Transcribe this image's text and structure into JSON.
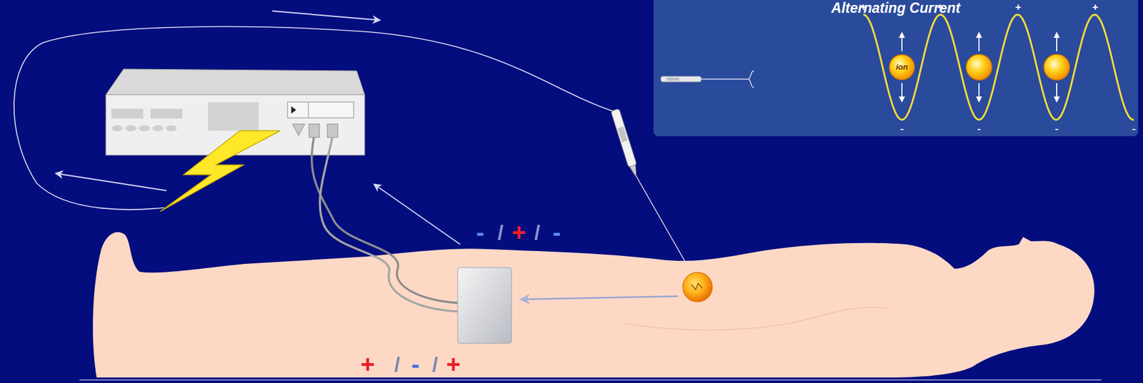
{
  "diagram": {
    "nodes": [
      {
        "text": [
          "Alternating Current"
        ]
      },
      {
        "text": [
          "ion"
        ],
        "in": 0
      }
    ],
    "labels": [
      "+",
      "+",
      "+",
      "+",
      "-",
      "-",
      "-",
      "-",
      "-",
      "/",
      "+",
      "/",
      "-",
      "+",
      "/",
      "-",
      "/",
      "+"
    ]
  }
}
